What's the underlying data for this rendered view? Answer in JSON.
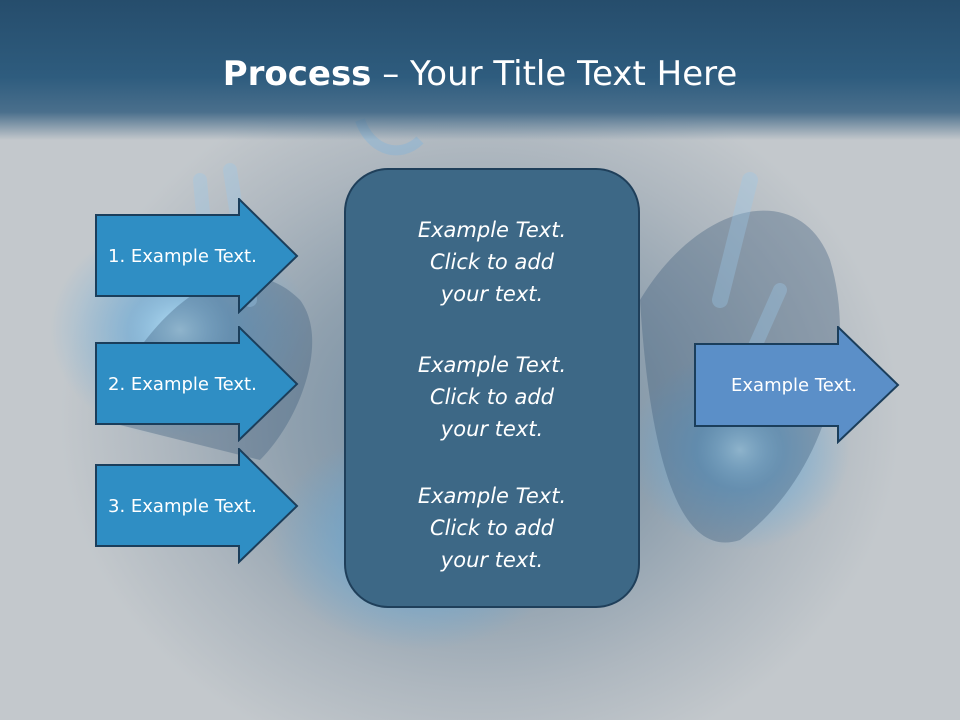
{
  "title": {
    "bold": "Process",
    "rest": " – Your Title Text Here"
  },
  "left_arrows": [
    {
      "label": "1. Example Text."
    },
    {
      "label": "2. Example Text."
    },
    {
      "label": "3. Example Text."
    }
  ],
  "center_box": {
    "items": [
      {
        "line1": "Example Text.",
        "line2": "Click  to add",
        "line3": "your text."
      },
      {
        "line1": "Example Text.",
        "line2": "Click  to add",
        "line3": "your text."
      },
      {
        "line1": "Example Text.",
        "line2": "Click  to add",
        "line3": "your text."
      }
    ]
  },
  "right_arrow": {
    "label": "Example Text."
  },
  "colors": {
    "header": "#2e5c7e",
    "left_arrow_fill": "#2f8ec4",
    "center_fill": "#3d6886",
    "right_arrow_fill": "#5b8fc8"
  }
}
